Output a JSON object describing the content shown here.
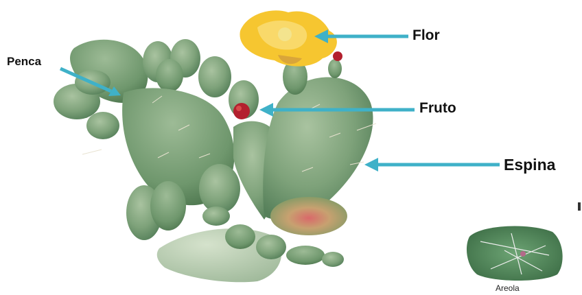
{
  "labels": {
    "penca": "Penca",
    "flor": "Flor",
    "fruto": "Fruto",
    "espina": "Espina",
    "areola": "Areola"
  },
  "colors": {
    "arrow": "#3fb1c8",
    "pad": "#7ea27a",
    "pad_dark": "#5d8660",
    "flower": "#f6c630",
    "fruit": "#b3202e",
    "areola_bg": "#4f8a59"
  }
}
